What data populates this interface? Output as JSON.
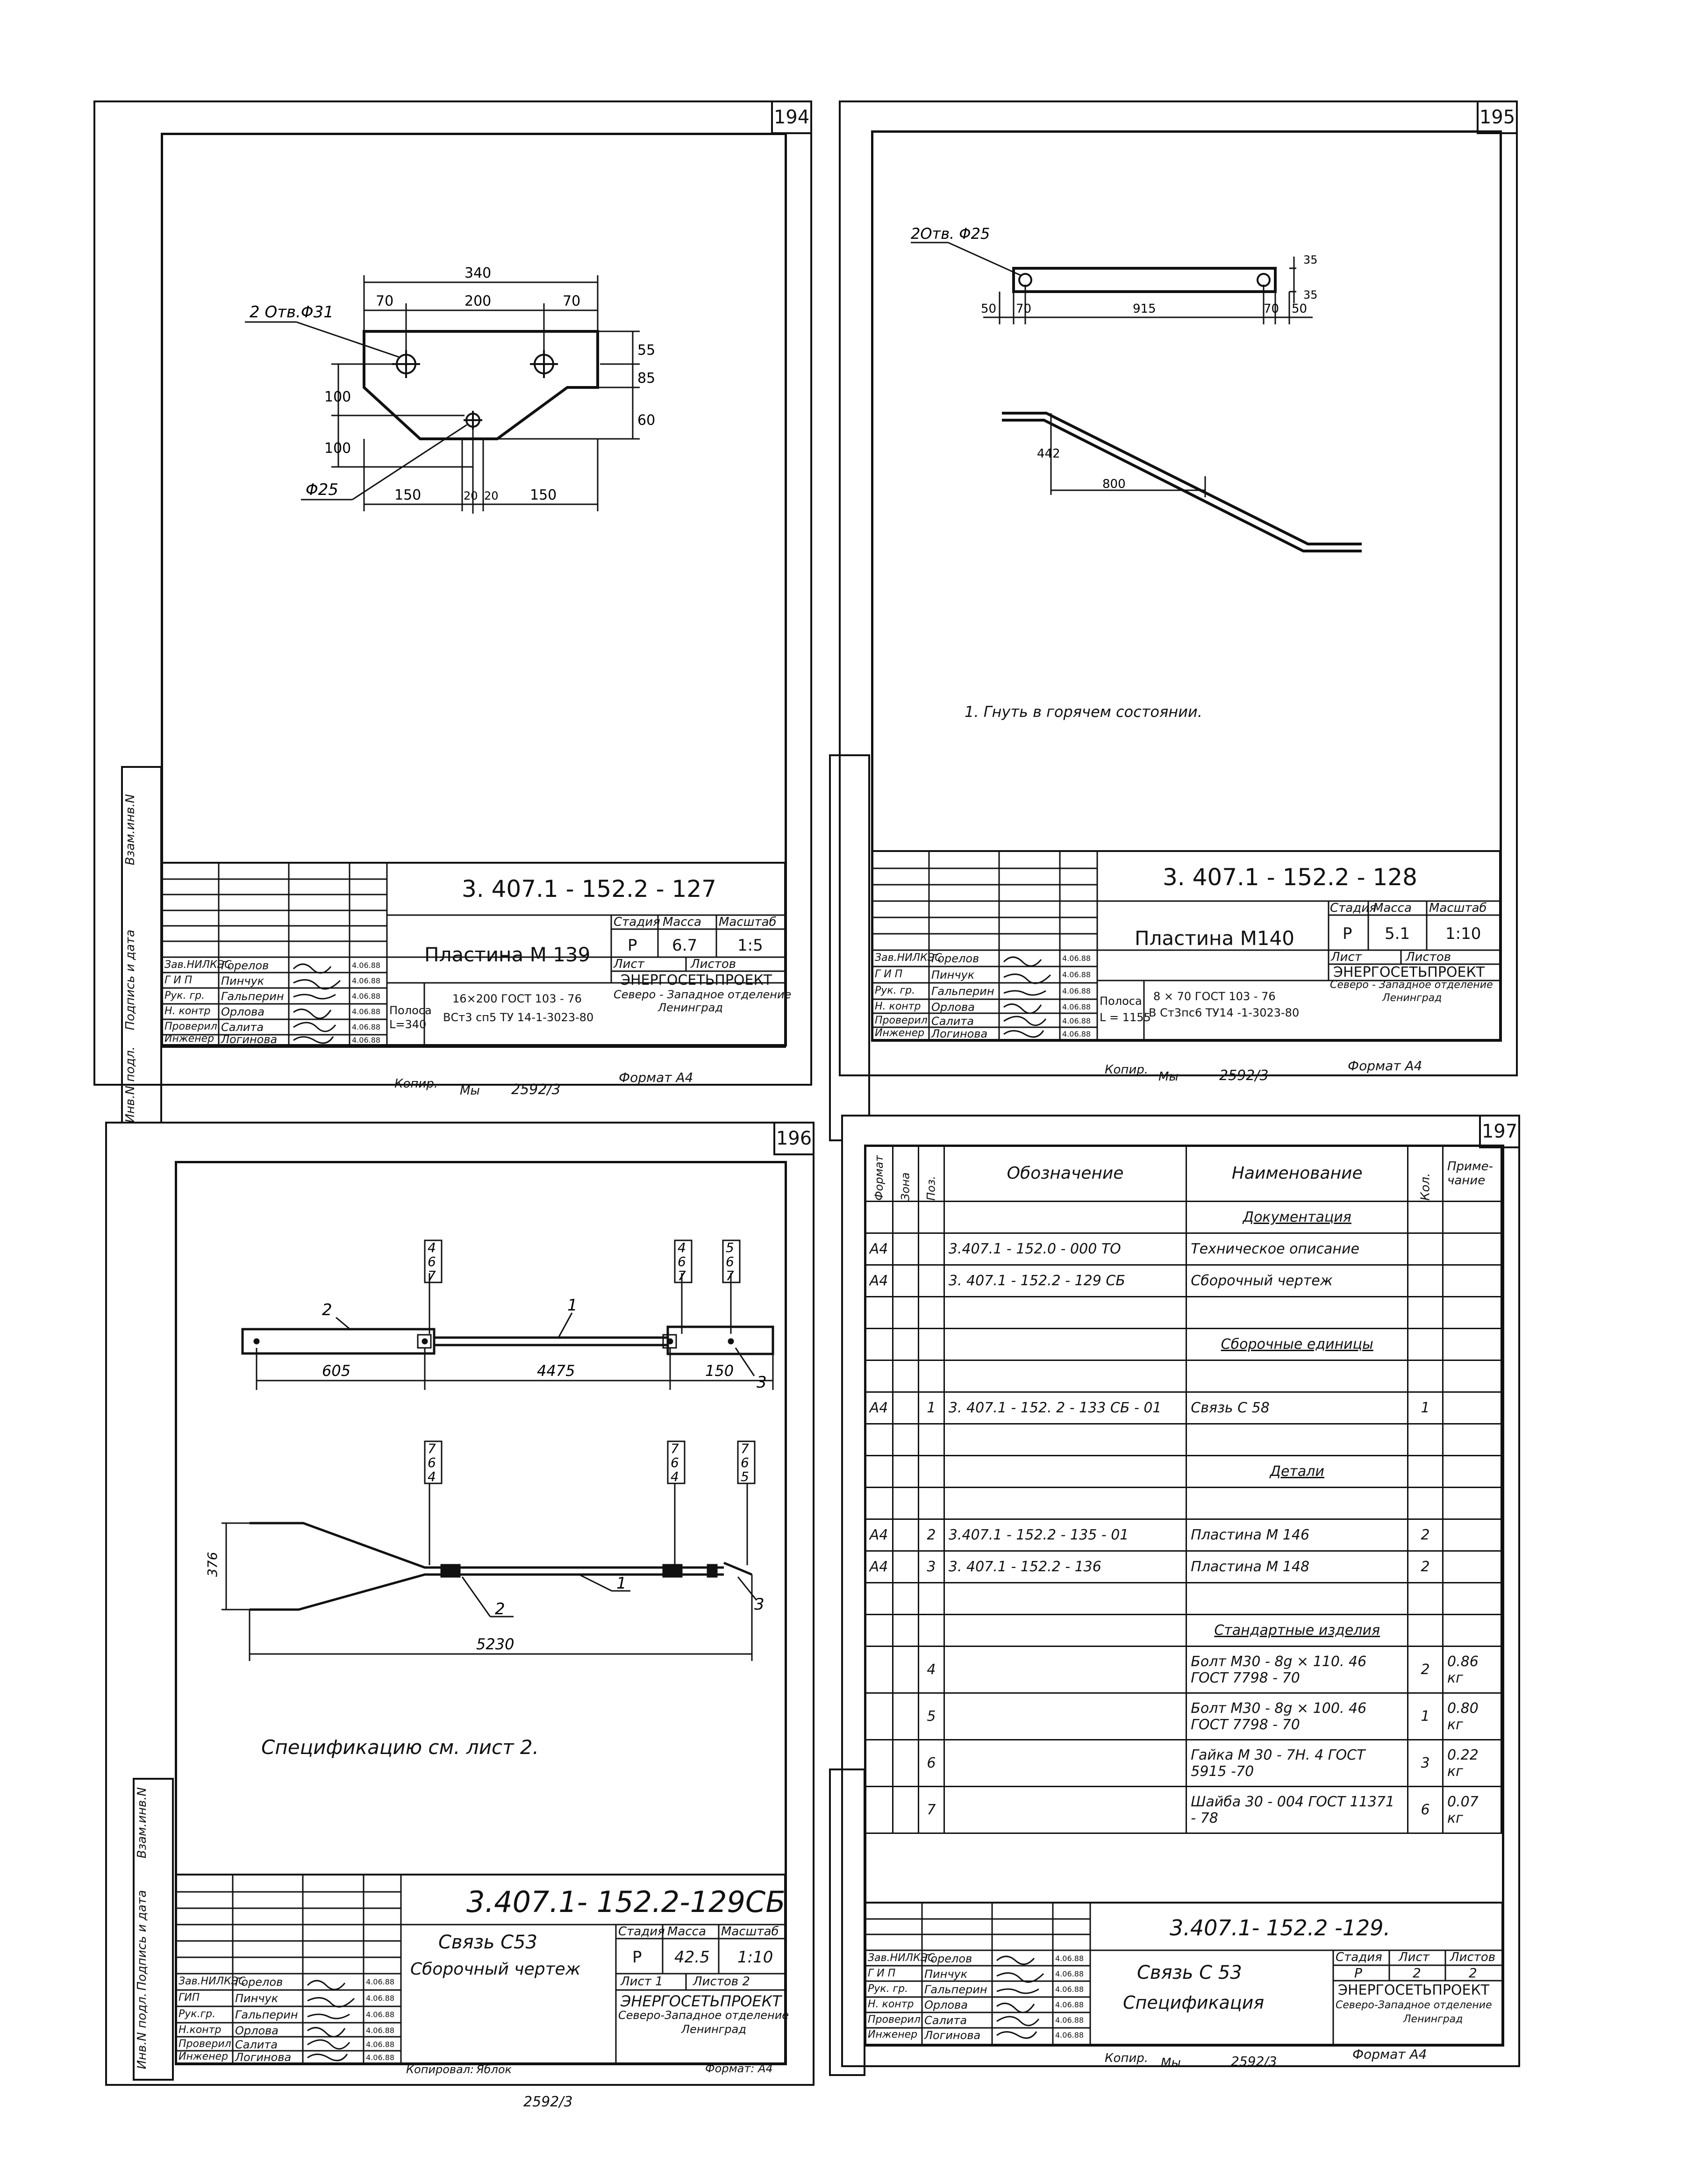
{
  "sheet194": {
    "num": "194",
    "holes_label": "2 Отв.Φ31",
    "hole_small": "Φ25",
    "dims": [
      "340",
      "70",
      "200",
      "70",
      "55",
      "85",
      "60",
      "100",
      "100",
      "150",
      "20",
      "20",
      "150"
    ],
    "code": "3. 407.1 - 152.2 - 127",
    "title": "Пластина   М 139",
    "stage_h": "Стадия",
    "mass_h": "Масса",
    "scale_h": "Масштаб",
    "stage": "Р",
    "mass": "6.7",
    "scale": "1:5",
    "sheet_h": "Лист",
    "sheets_h": "Листов",
    "org": "ЭНЕРГОСЕТЬПРОЕКТ",
    "org2": "Северо - Западное отделение",
    "org3": "Ленинград",
    "roles": [
      "Зав.НИЛКЭС",
      "Г И П",
      "Рук. гр.",
      "Н. контр",
      "Проверил",
      "Инженер"
    ],
    "names": [
      "Горелов",
      "Пинчук",
      "Гальперин",
      "Орлова",
      "Салита",
      "Логинова"
    ],
    "dates": [
      "4.06.88",
      "4.06.88",
      "4.06.88",
      "4.06.88",
      "4.06.88",
      "4.06.88"
    ],
    "material1": "Полоса",
    "material2": "L=340",
    "material3": "16×200  ГОСТ  103 - 76",
    "material4": "ВСт3 сп5  ТУ 14-1-3023-80",
    "copy": "Копир.",
    "copy_sig": "Мы",
    "copy_no": "2592/3",
    "format": "Формат А4",
    "side": [
      "Инв.N подл.",
      "Подпись и дата",
      "Взам.инв.N"
    ]
  },
  "sheet195": {
    "num": "195",
    "holes_label": "2Отв. Φ25",
    "dims": [
      "50",
      "70",
      "915",
      "70",
      "50",
      "35",
      "35",
      "442",
      "800"
    ],
    "note": "1.  Гнуть  в  горячем   состоянии.",
    "code": "3. 407.1 - 152.2 - 128",
    "title": "Пластина   М140",
    "stage_h": "Стадия",
    "mass_h": "Масса",
    "scale_h": "Масштаб",
    "stage": "Р",
    "mass": "5.1",
    "scale": "1:10",
    "sheet_h": "Лист",
    "sheets_h": "Листов",
    "org": "ЭНЕРГОСЕТЬПРОЕКТ",
    "org2": "Северо - Западное отделение",
    "org3": "Ленинград",
    "roles": [
      "Зав.НИЛКЭС",
      "Г И П",
      "Рук. гр.",
      "Н. контр",
      "Проверил",
      "Инженер"
    ],
    "names": [
      "Горелов",
      "Пинчук",
      "Гальперин",
      "Орлова",
      "Салита",
      "Логинова"
    ],
    "dates": [
      "4.06.88",
      "4.06.88",
      "4.06.88",
      "4.06.88",
      "4.06.88",
      "4.06.88"
    ],
    "material1": "Полоса",
    "material2": "L = 1155",
    "material3": "8 × 70   ГОСТ  103 - 76",
    "material4": "В Ст3пс6  ТУ14 -1-3023-80",
    "copy": "Копир.",
    "copy_sig": "Мы",
    "copy_no": "2592/3",
    "format": "Формат А4"
  },
  "sheet196": {
    "num": "196",
    "callouts": [
      "4",
      "6",
      "7",
      "2",
      "1",
      "4",
      "6",
      "7",
      "5",
      "6",
      "7",
      "3",
      "7",
      "6",
      "4",
      "7",
      "6",
      "4",
      "7",
      "6",
      "5",
      "2",
      "1",
      "3"
    ],
    "dims": [
      "605",
      "4475",
      "150",
      "376",
      "5230"
    ],
    "note": "Спецификацию см. лист 2.",
    "code": "3.407.1- 152.2-129СБ",
    "title": "Связь С53",
    "title2": "Сборочный  чертеж",
    "stage_h": "Стадия",
    "mass_h": "Масса",
    "scale_h": "Масштаб",
    "stage": "Р",
    "mass": "42.5",
    "scale": "1:10",
    "sheet_h": "Лист 1",
    "sheets_h": "Листов 2",
    "org": "ЭНЕРГОСЕТЬПРОЕКТ",
    "org2": "Северо-Западное отделение",
    "org3": "Ленинград",
    "roles": [
      "Зав.НИЛКЭС",
      "ГИП",
      "Рук.гр.",
      "Н.контр",
      "Проверил",
      "Инженер"
    ],
    "names": [
      "Горелов",
      "Пинчук",
      "Гальперин",
      "Орлова",
      "Салита",
      "Логинова"
    ],
    "dates": [
      "4.06.88",
      "4.06.88",
      "4.06.88",
      "4.06.88",
      "4.06.88",
      "4.06.88"
    ],
    "copy": "Копировал:",
    "copy_sig": "Яблок",
    "copy_no": "2592/3",
    "format": "Формат: А4",
    "side": [
      "Инв.N подл.",
      "Подпись и дата",
      "Взам.инв.N"
    ]
  },
  "sheet197": {
    "num": "197",
    "headers": [
      "Формат",
      "Зона",
      "Поз.",
      "Обозначение",
      "Наименование",
      "Кол.",
      "Приме-чание"
    ],
    "rows": [
      {
        "fmt": "",
        "zone": "",
        "pos": "",
        "code": "",
        "name": "Документация",
        "qty": "",
        "note": "",
        "heading": true
      },
      {
        "fmt": "А4",
        "zone": "",
        "pos": "",
        "code": "3.407.1 - 152.0 - 000 ТО",
        "name": "Техническое   описание",
        "qty": "",
        "note": ""
      },
      {
        "fmt": "А4",
        "zone": "",
        "pos": "",
        "code": "3. 407.1 - 152.2 - 129 СБ",
        "name": "Сборочный   чертеж",
        "qty": "",
        "note": ""
      },
      {
        "fmt": "",
        "zone": "",
        "pos": "",
        "code": "",
        "name": "",
        "qty": "",
        "note": ""
      },
      {
        "fmt": "",
        "zone": "",
        "pos": "",
        "code": "",
        "name": "Сборочные   единицы",
        "qty": "",
        "note": "",
        "heading": true
      },
      {
        "fmt": "",
        "zone": "",
        "pos": "",
        "code": "",
        "name": "",
        "qty": "",
        "note": ""
      },
      {
        "fmt": "А4",
        "zone": "",
        "pos": "1",
        "code": "3. 407.1 - 152. 2 - 133 СБ - 01",
        "name": "Связь  С 58",
        "qty": "1",
        "note": ""
      },
      {
        "fmt": "",
        "zone": "",
        "pos": "",
        "code": "",
        "name": "",
        "qty": "",
        "note": ""
      },
      {
        "fmt": "",
        "zone": "",
        "pos": "",
        "code": "",
        "name": "Детали",
        "qty": "",
        "note": "",
        "heading": true
      },
      {
        "fmt": "",
        "zone": "",
        "pos": "",
        "code": "",
        "name": "",
        "qty": "",
        "note": ""
      },
      {
        "fmt": "А4",
        "zone": "",
        "pos": "2",
        "code": "3.407.1 - 152.2 - 135 - 01",
        "name": "Пластина    М 146",
        "qty": "2",
        "note": ""
      },
      {
        "fmt": "А4",
        "zone": "",
        "pos": "3",
        "code": "3. 407.1 - 152.2 - 136",
        "name": "Пластина    М 148",
        "qty": "2",
        "note": ""
      },
      {
        "fmt": "",
        "zone": "",
        "pos": "",
        "code": "",
        "name": "",
        "qty": "",
        "note": ""
      },
      {
        "fmt": "",
        "zone": "",
        "pos": "",
        "code": "",
        "name": "Стандартные  изделия",
        "qty": "",
        "note": "",
        "heading": true
      },
      {
        "fmt": "",
        "zone": "",
        "pos": "4",
        "code": "",
        "name": "Болт   М30 - 8g × 110. 46   ГОСТ  7798 - 70",
        "qty": "2",
        "note": "0.86 кг"
      },
      {
        "fmt": "",
        "zone": "",
        "pos": "5",
        "code": "",
        "name": "Болт   М30 - 8g × 100. 46   ГОСТ 7798 - 70",
        "qty": "1",
        "note": "0.80 кг"
      },
      {
        "fmt": "",
        "zone": "",
        "pos": "6",
        "code": "",
        "name": "Гайка   М 30 - 7Н. 4   ГОСТ  5915 -70",
        "qty": "3",
        "note": "0.22 кг"
      },
      {
        "fmt": "",
        "zone": "",
        "pos": "7",
        "code": "",
        "name": "Шайба   30 - 004   ГОСТ  11371 - 78",
        "qty": "6",
        "note": "0.07 кг"
      }
    ],
    "code": "3.407.1- 152.2 -129.",
    "title": "Связь  С 53",
    "title2": "Спецификация",
    "stage_h": "Стадия",
    "sheet_h": "Лист",
    "sheets_h": "Листов",
    "stage": "Р",
    "sheet": "2",
    "sheets": "2",
    "org": "ЭНЕРГОСЕТЬПРОЕКТ",
    "org2": "Северо-Западное отделение",
    "org3": "Ленинград",
    "roles": [
      "Зав.НИЛКЭС",
      "Г И П",
      "Рук. гр.",
      "Н. контр",
      "Проверил",
      "Инженер"
    ],
    "names": [
      "Горелов",
      "Пинчук",
      "Гальперин",
      "Орлова",
      "Салита",
      "Логинова"
    ],
    "dates": [
      "4.06.88",
      "4.06.88",
      "4.06.88",
      "4.06.88",
      "4.06.88",
      "4.06.88"
    ],
    "copy": "Копир.",
    "copy_sig": "Мы",
    "copy_no": "2592/3",
    "format": "Формат А4"
  }
}
